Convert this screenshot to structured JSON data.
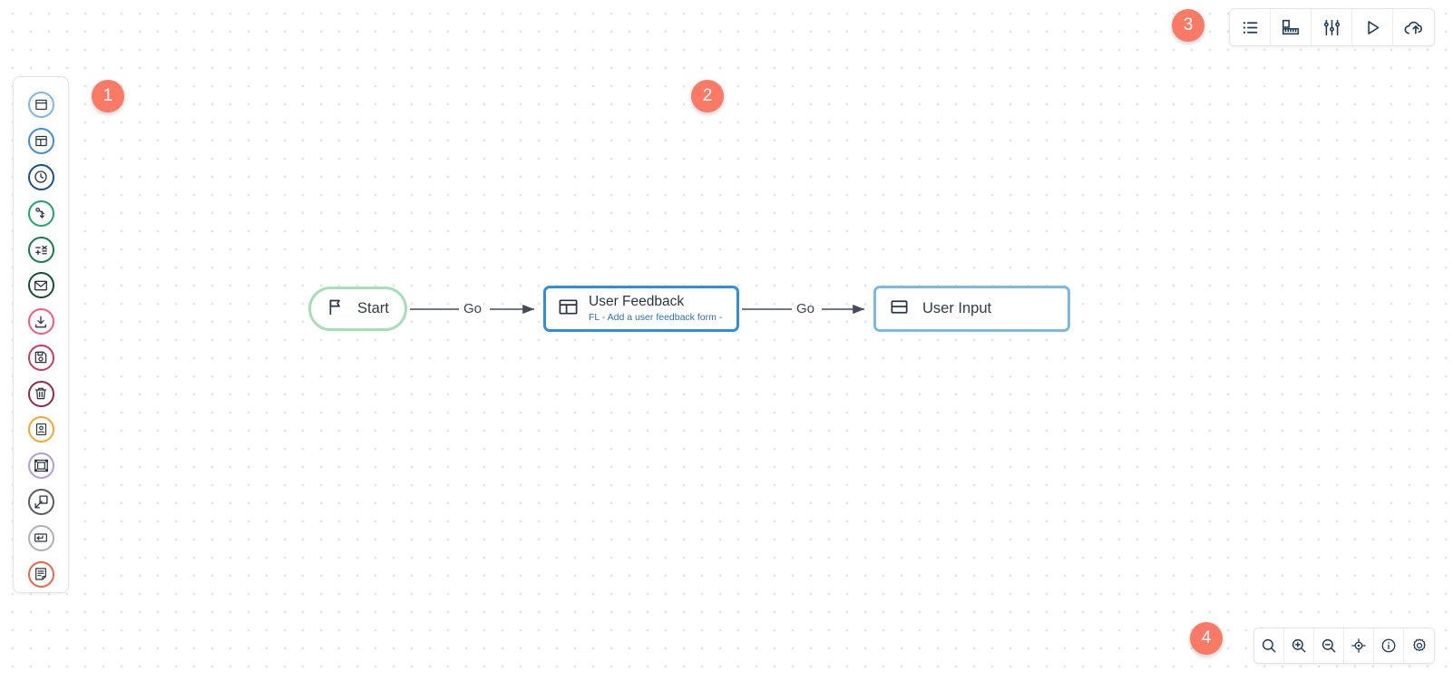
{
  "app": {
    "canvas_background": "#ffffff",
    "grid_dot_color": "#e3e3e3",
    "accent_badge_color": "#fa7a66"
  },
  "badges": [
    {
      "label": "1",
      "target": "node-palette-sidebar"
    },
    {
      "label": "2",
      "target": "flow-canvas"
    },
    {
      "label": "3",
      "target": "top-toolbar"
    },
    {
      "label": "4",
      "target": "bottom-toolbar"
    }
  ],
  "palette": {
    "items": [
      {
        "name": "window-icon",
        "icon": "window",
        "color": "#7cb5e8"
      },
      {
        "name": "layout-panel-icon",
        "icon": "layout",
        "color": "#3d8fd6"
      },
      {
        "name": "clock-icon",
        "icon": "clock",
        "color": "#1b4f8c"
      },
      {
        "name": "branch-icon",
        "icon": "branch",
        "color": "#21a36b"
      },
      {
        "name": "calculator-icon",
        "icon": "math",
        "color": "#1a7a4a"
      },
      {
        "name": "mail-icon",
        "icon": "mail",
        "color": "#13502f"
      },
      {
        "name": "download-icon",
        "icon": "download",
        "color": "#f45d7a"
      },
      {
        "name": "save-disk-icon",
        "icon": "disk",
        "color": "#cc3a5e"
      },
      {
        "name": "trash-icon",
        "icon": "trash",
        "color": "#8e2d45"
      },
      {
        "name": "id-card-icon",
        "icon": "idcard",
        "color": "#f0a830"
      },
      {
        "name": "group-frames-icon",
        "icon": "frames",
        "color": "#b49ad8"
      },
      {
        "name": "expand-arrow-icon",
        "icon": "expand",
        "color": "#5c5c5c"
      },
      {
        "name": "enter-key-icon",
        "icon": "enter",
        "color": "#b0b0b0"
      },
      {
        "name": "document-note-icon",
        "icon": "note",
        "color": "#e8674a"
      }
    ]
  },
  "top_toolbar": {
    "buttons": [
      {
        "name": "list-view-icon",
        "icon": "list",
        "tooltip": "List"
      },
      {
        "name": "ruler-measure-icon",
        "icon": "ruler",
        "tooltip": "Measure"
      },
      {
        "name": "sliders-icon",
        "icon": "sliders",
        "tooltip": "Settings"
      },
      {
        "name": "play-run-icon",
        "icon": "play",
        "tooltip": "Run"
      },
      {
        "name": "cloud-upload-icon",
        "icon": "cloud-up",
        "tooltip": "Publish"
      }
    ]
  },
  "bottom_toolbar": {
    "buttons": [
      {
        "name": "search-icon",
        "icon": "search",
        "tooltip": "Search"
      },
      {
        "name": "zoom-in-icon",
        "icon": "zoom-in",
        "tooltip": "Zoom In"
      },
      {
        "name": "zoom-out-icon",
        "icon": "zoom-out",
        "tooltip": "Zoom Out"
      },
      {
        "name": "fit-target-icon",
        "icon": "target",
        "tooltip": "Fit to View"
      },
      {
        "name": "info-icon",
        "icon": "info",
        "tooltip": "Info"
      },
      {
        "name": "gear-icon",
        "icon": "gear",
        "tooltip": "Settings"
      }
    ]
  },
  "flow": {
    "nodes": [
      {
        "id": "start",
        "title": "Start",
        "subtitle": "",
        "icon": "flag-icon",
        "border_color": "#a8ddb8",
        "shape": "pill"
      },
      {
        "id": "user-feedback",
        "title": "User Feedback",
        "subtitle": "FL - Add a user feedback form -",
        "icon": "form-layout-icon",
        "border_color": "#2f8fdd",
        "shape": "rounded-rect",
        "selected": true
      },
      {
        "id": "user-input",
        "title": "User Input",
        "subtitle": "",
        "icon": "input-box-icon",
        "border_color": "#7db8e4",
        "shape": "rounded-rect",
        "selected": false
      }
    ],
    "edges": [
      {
        "from": "start",
        "to": "user-feedback",
        "label": "Go"
      },
      {
        "from": "user-feedback",
        "to": "user-input",
        "label": "Go"
      }
    ]
  }
}
